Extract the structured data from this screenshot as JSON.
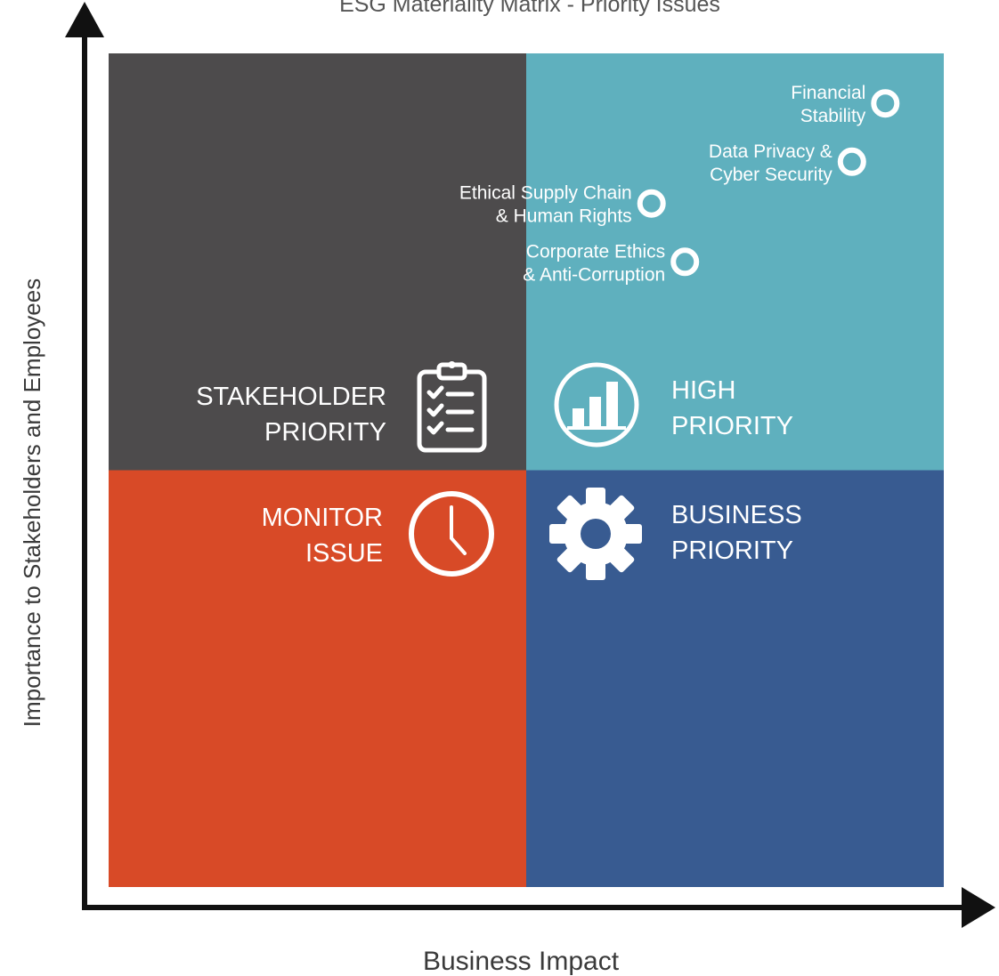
{
  "chart_data": {
    "type": "scatter",
    "title": "ESG Materiality Matrix - Priority Issues",
    "xlabel": "Business Impact",
    "ylabel": "Importance to Stakeholders and Employees",
    "xlim": [
      0,
      10
    ],
    "ylim": [
      0,
      10
    ],
    "quadrants": [
      {
        "key": "stakeholder",
        "label_lines": [
          "STAKEHOLDER",
          "PRIORITY"
        ],
        "color": "#4d4b4c",
        "icon": "clipboard-checklist-icon"
      },
      {
        "key": "high",
        "label_lines": [
          "HIGH",
          "PRIORITY"
        ],
        "color": "#5fb0be",
        "icon": "bar-chart-icon"
      },
      {
        "key": "monitor",
        "label_lines": [
          "MONITOR",
          "ISSUE"
        ],
        "color": "#d84a27",
        "icon": "clock-icon"
      },
      {
        "key": "business",
        "label_lines": [
          "BUSINESS",
          "PRIORITY"
        ],
        "color": "#385b91",
        "icon": "gear-icon"
      }
    ],
    "points": [
      {
        "label_lines": [
          "Financial",
          "Stability"
        ],
        "x": 9.3,
        "y": 9.4
      },
      {
        "label_lines": [
          "Data Privacy &",
          "Cyber Security"
        ],
        "x": 8.9,
        "y": 8.7
      },
      {
        "label_lines": [
          "Ethical Supply Chain",
          "& Human Rights"
        ],
        "x": 6.5,
        "y": 8.2
      },
      {
        "label_lines": [
          "Corporate Ethics",
          "& Anti-Corruption"
        ],
        "x": 6.9,
        "y": 7.5
      }
    ]
  }
}
